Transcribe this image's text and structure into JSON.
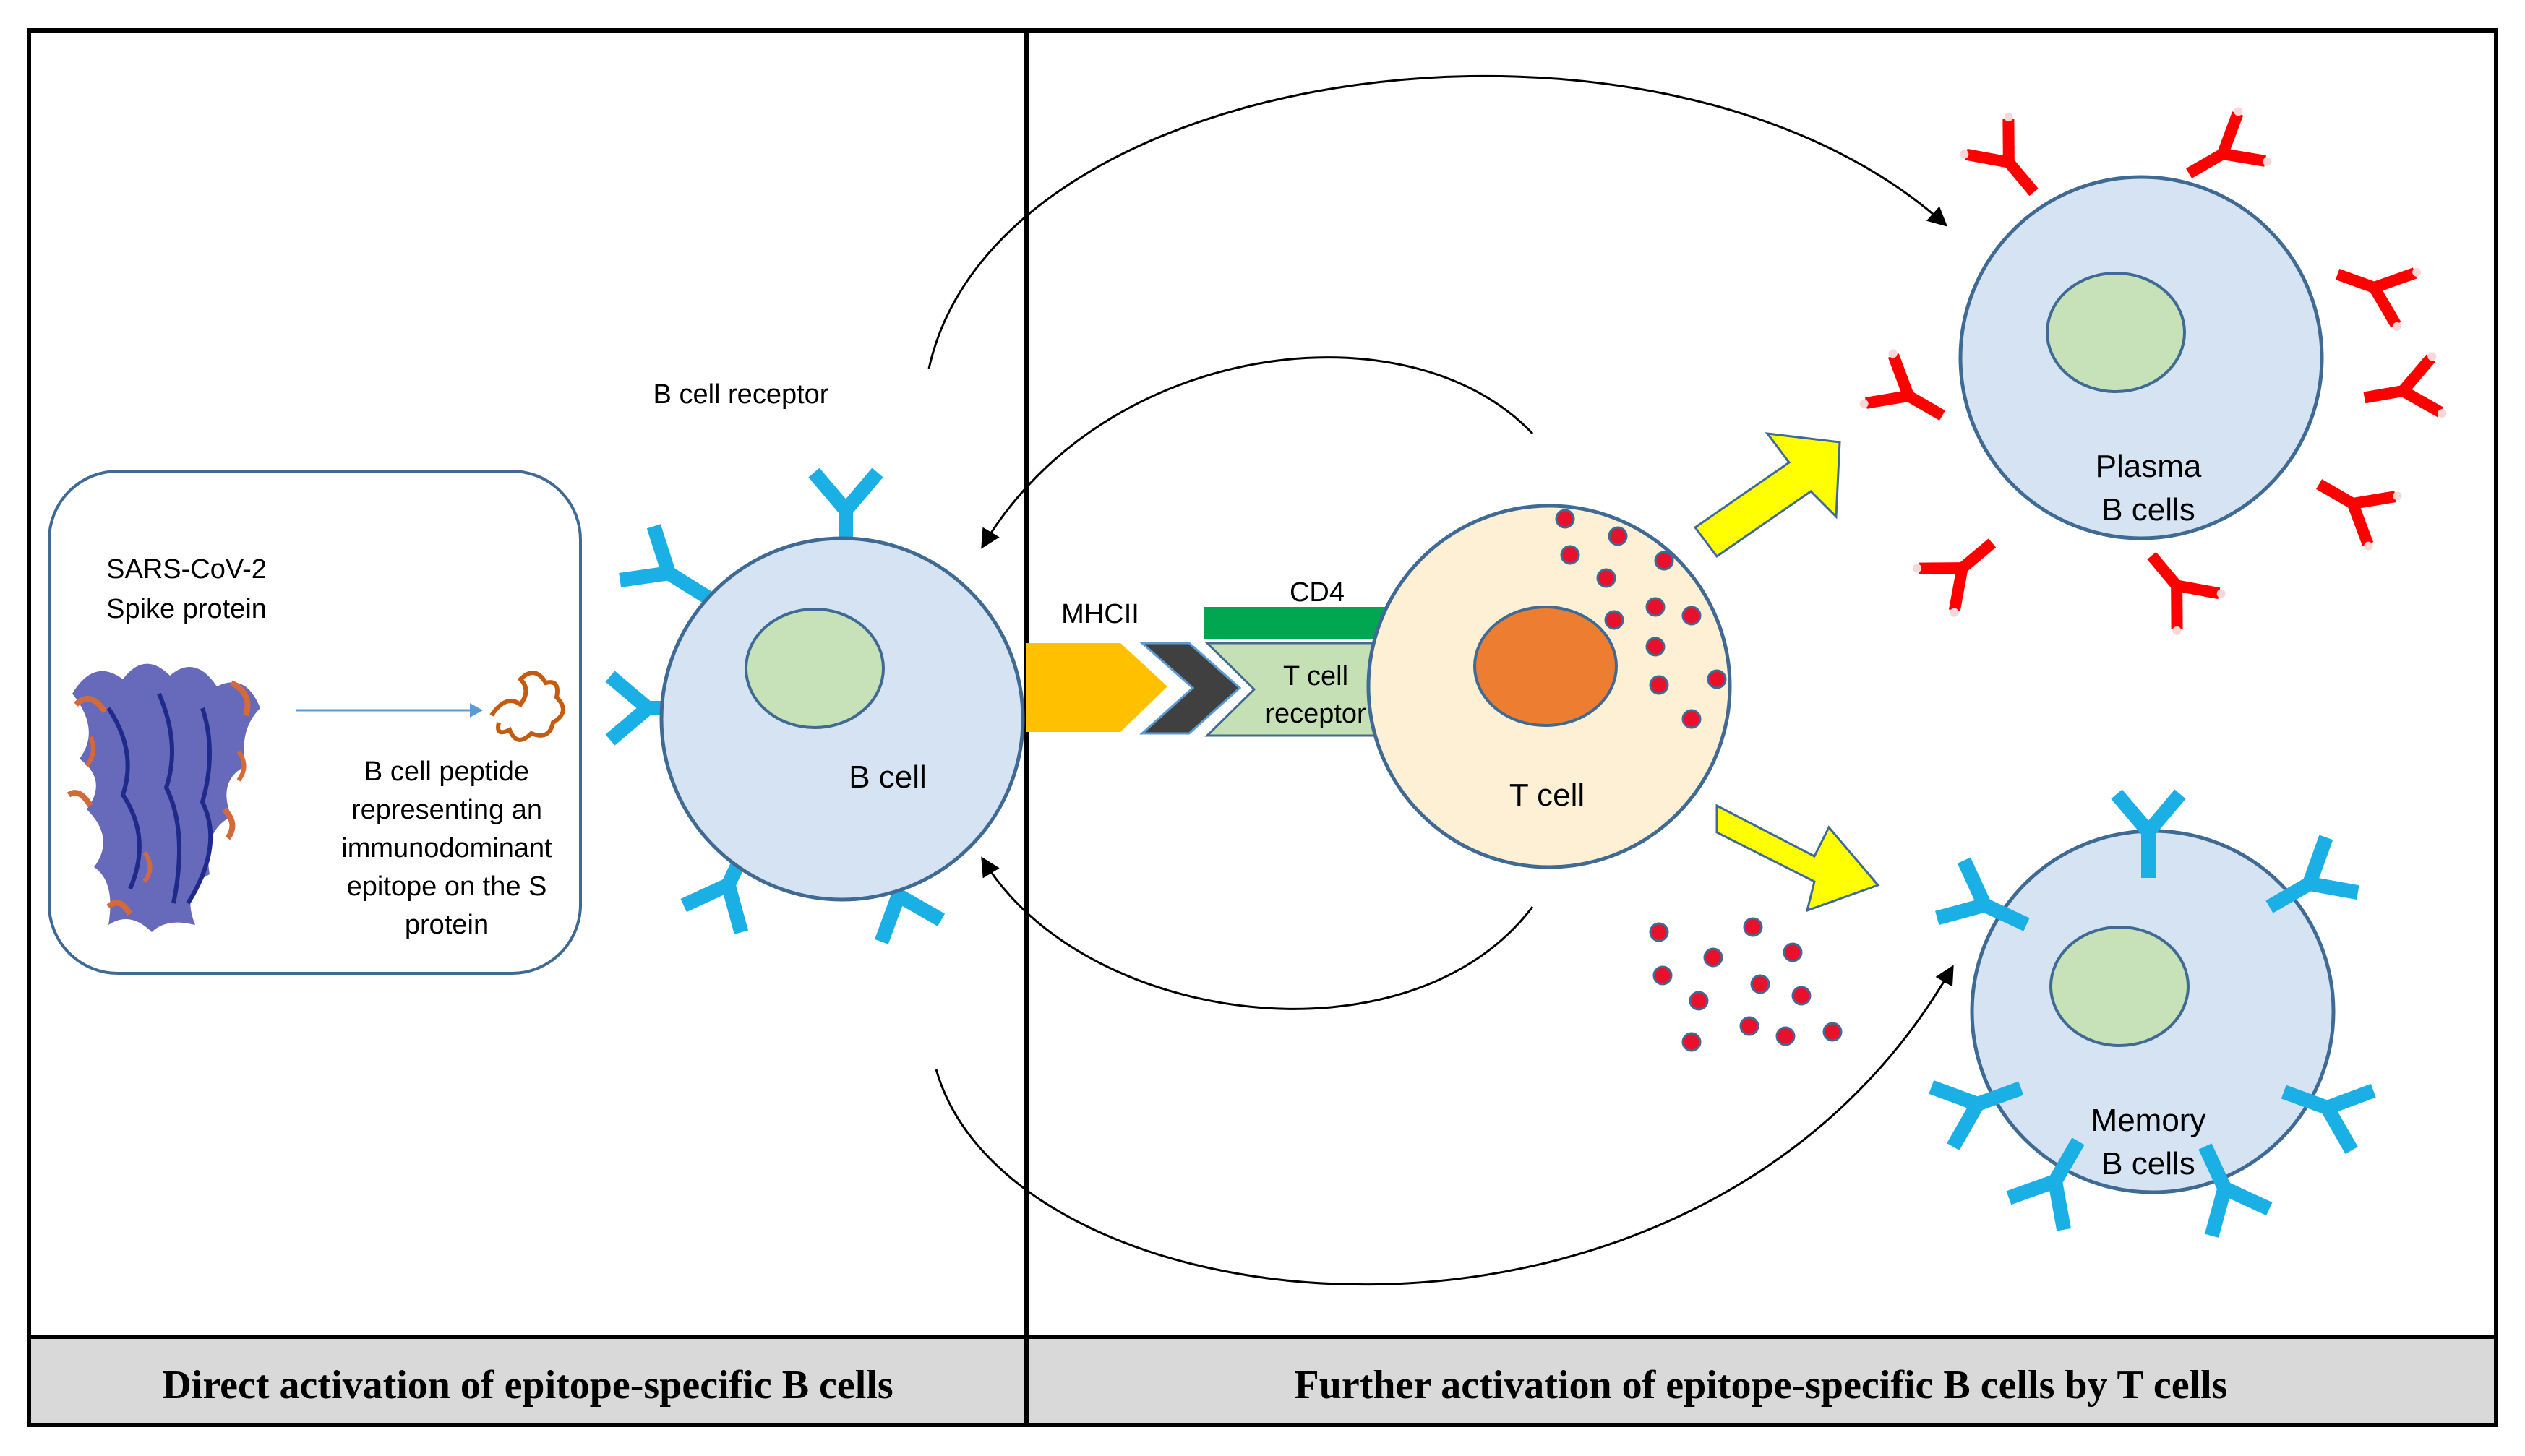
{
  "panels": {
    "left": {
      "footer": "Direct activation of epitope-specific B cells"
    },
    "right": {
      "footer": "Further activation of epitope-specific B cells by T cells"
    }
  },
  "labels": {
    "spike_line1": "SARS-CoV-2",
    "spike_line2": "Spike protein",
    "peptide_line1": "B cell peptide",
    "peptide_line2": "representing an",
    "peptide_line3": "immunodominant",
    "peptide_line4": "epitope on the S",
    "peptide_line5": "protein",
    "bcr": "B cell receptor",
    "b_cell": "B cell",
    "mhcii": "MHCII",
    "cd4": "CD4",
    "tcr_line1": "T cell",
    "tcr_line2": "receptor",
    "t_cell": "T cell",
    "plasma_line1": "Plasma",
    "plasma_line2": "B cells",
    "memory_line1": "Memory",
    "memory_line2": "B cells"
  },
  "colors": {
    "cell_fill": "#d5e3f3",
    "cell_stroke": "#3f6a93",
    "nucleus": "#c7e2b8",
    "tcell_fill": "#fdf0d5",
    "tcell_nucleus": "#ed7d31",
    "receptor_blue": "#1ab0e6",
    "antibody_red": "#ff0000",
    "mhcii": "#ffc000",
    "chevron": "#404040",
    "cd4": "#00a650",
    "tcr": "#c5e0b4",
    "arrow_yellow": "#ffff00",
    "granule": "#e8102a",
    "footer_bg": "#d9d9d9"
  }
}
